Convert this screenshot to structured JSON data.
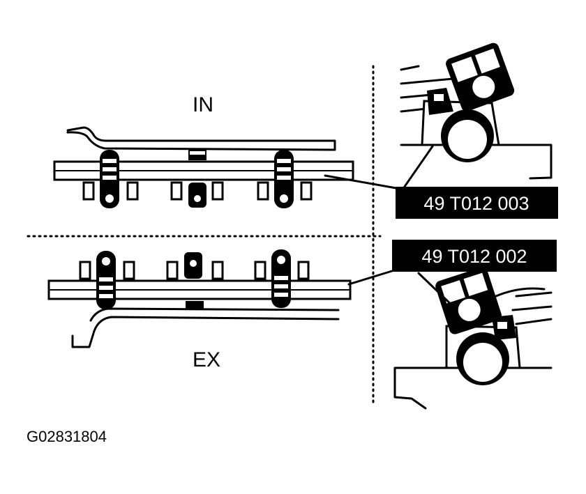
{
  "labels": {
    "intake": "IN",
    "exhaust": "EX",
    "intake_tool": "49 T012 003",
    "exhaust_tool": "49 T012 002",
    "figure_code": "G02831804"
  },
  "colors": {
    "ink": "#000000",
    "paper": "#ffffff"
  }
}
